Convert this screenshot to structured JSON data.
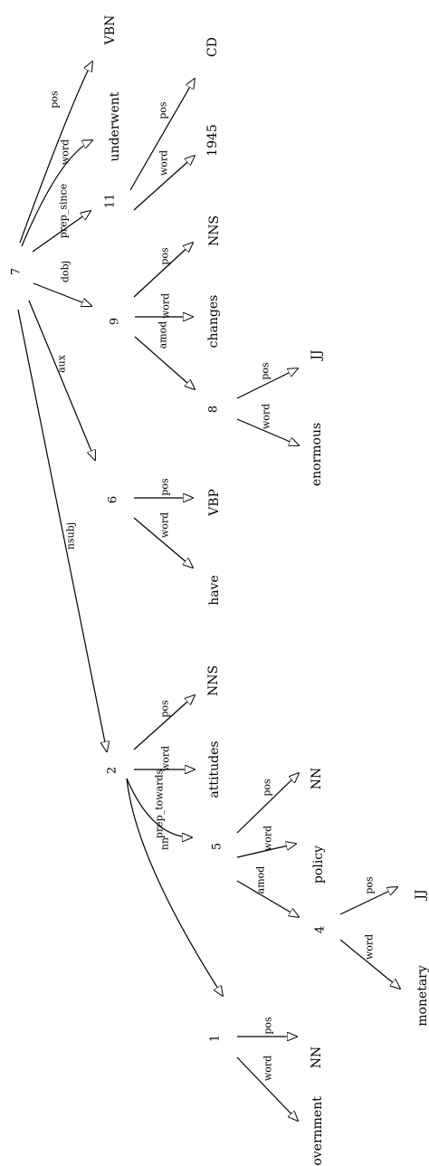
{
  "diagram": {
    "nodes": [
      {
        "id": "n7",
        "label": "7"
      },
      {
        "id": "n11",
        "label": "11"
      },
      {
        "id": "n9",
        "label": "9"
      },
      {
        "id": "n8",
        "label": "8"
      },
      {
        "id": "n6",
        "label": "6"
      },
      {
        "id": "n2",
        "label": "2"
      },
      {
        "id": "n5",
        "label": "5"
      },
      {
        "id": "n4",
        "label": "4"
      },
      {
        "id": "n1",
        "label": "1"
      },
      {
        "id": "VBN",
        "label": "VBN"
      },
      {
        "id": "underwent",
        "label": "underwent"
      },
      {
        "id": "CD",
        "label": "CD"
      },
      {
        "id": "1945",
        "label": "1945"
      },
      {
        "id": "NNS9",
        "label": "NNS"
      },
      {
        "id": "changes",
        "label": "changes"
      },
      {
        "id": "JJ8",
        "label": "JJ"
      },
      {
        "id": "enormous",
        "label": "enormous"
      },
      {
        "id": "VBP",
        "label": "VBP"
      },
      {
        "id": "have",
        "label": "have"
      },
      {
        "id": "NNS2",
        "label": "NNS"
      },
      {
        "id": "attitudes",
        "label": "attitudes"
      },
      {
        "id": "NN5",
        "label": "NN"
      },
      {
        "id": "policy",
        "label": "policy"
      },
      {
        "id": "JJ4",
        "label": "JJ"
      },
      {
        "id": "monetary",
        "label": "monetary"
      },
      {
        "id": "NN1",
        "label": "NN"
      },
      {
        "id": "Government",
        "label": "Government"
      }
    ],
    "edges": [
      {
        "from": "n7",
        "to": "VBN",
        "label": "pos"
      },
      {
        "from": "n7",
        "to": "underwent",
        "label": "word"
      },
      {
        "from": "n7",
        "to": "n11",
        "label": "prep_since"
      },
      {
        "from": "n7",
        "to": "n9",
        "label": "dobj"
      },
      {
        "from": "n7",
        "to": "n6",
        "label": "aux"
      },
      {
        "from": "n7",
        "to": "n2",
        "label": "nsubj"
      },
      {
        "from": "n11",
        "to": "CD",
        "label": "pos"
      },
      {
        "from": "n11",
        "to": "1945",
        "label": "word"
      },
      {
        "from": "n9",
        "to": "NNS9",
        "label": "pos"
      },
      {
        "from": "n9",
        "to": "changes",
        "label": "word"
      },
      {
        "from": "n9",
        "to": "n8",
        "label": "amod"
      },
      {
        "from": "n8",
        "to": "JJ8",
        "label": "pos"
      },
      {
        "from": "n8",
        "to": "enormous",
        "label": "word"
      },
      {
        "from": "n6",
        "to": "VBP",
        "label": "pos"
      },
      {
        "from": "n6",
        "to": "have",
        "label": "word"
      },
      {
        "from": "n2",
        "to": "NNS2",
        "label": "pos"
      },
      {
        "from": "n2",
        "to": "attitudes",
        "label": "word"
      },
      {
        "from": "n2",
        "to": "n5",
        "label": "prep_towards"
      },
      {
        "from": "n2",
        "to": "n1",
        "label": "nn"
      },
      {
        "from": "n5",
        "to": "NN5",
        "label": "pos"
      },
      {
        "from": "n5",
        "to": "policy",
        "label": "word"
      },
      {
        "from": "n5",
        "to": "n4",
        "label": "amod"
      },
      {
        "from": "n4",
        "to": "JJ4",
        "label": "pos"
      },
      {
        "from": "n4",
        "to": "monetary",
        "label": "word"
      },
      {
        "from": "n1",
        "to": "NN1",
        "label": "pos"
      },
      {
        "from": "n1",
        "to": "Government",
        "label": "word"
      }
    ]
  }
}
